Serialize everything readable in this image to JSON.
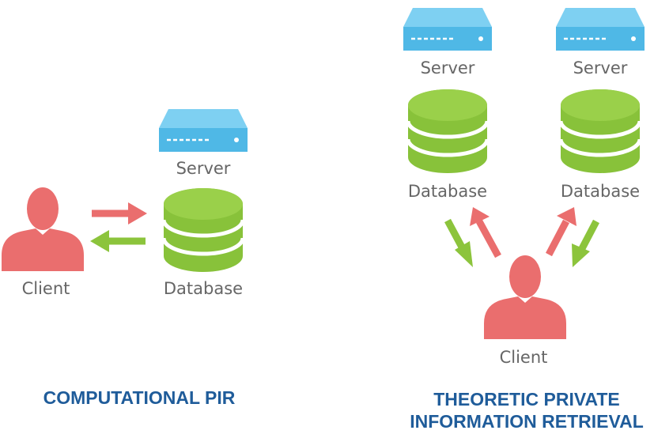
{
  "left_panel": {
    "server_label": "Server",
    "database_label": "Database",
    "client_label": "Client",
    "title": "COMPUTATIONAL PIR"
  },
  "right_panel": {
    "server_1_label": "Server",
    "server_2_label": "Server",
    "database_1_label": "Database",
    "database_2_label": "Database",
    "client_label": "Client",
    "title_line_1": "THEORETIC PRIVATE",
    "title_line_2": "INFORMATION RETRIEVAL"
  },
  "colors": {
    "server": "#5bc2ec",
    "database": "#8cc43c",
    "client": "#ea6e6e",
    "arrow_request": "#ea6e6e",
    "arrow_response": "#8cc43c",
    "title": "#1f5c9a",
    "label": "#666666"
  },
  "icons": {
    "server": "server-icon",
    "database": "database-icon",
    "client": "person-icon"
  }
}
